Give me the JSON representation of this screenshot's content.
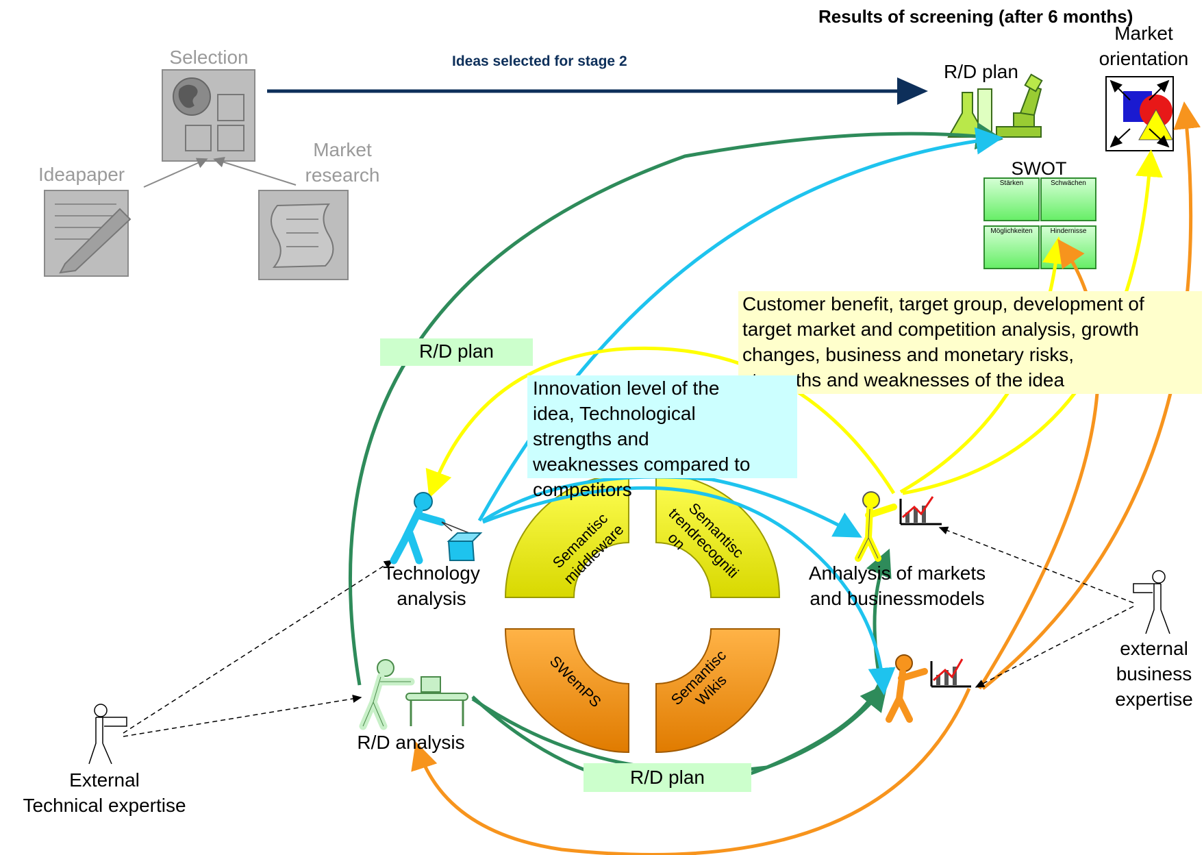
{
  "header": {
    "title": "Results of screening (after 6 months)",
    "arrow_label": "Ideas selected for stage 2"
  },
  "top_left": {
    "selection": "Selection",
    "ideapaper": "Ideapaper",
    "market_research_1": "Market",
    "market_research_2": "research"
  },
  "results": {
    "rd_plan": "R/D plan",
    "market_orientation_1": "Market",
    "market_orientation_2": "orientation",
    "swot": "SWOT",
    "swot_cells": [
      "Stärken",
      "Schwächen",
      "Möglichkeiten",
      "Hindernisse"
    ]
  },
  "boxes": {
    "market_box": [
      "Customer benefit, target group, development of",
      "target market and competition analysis, growth",
      "changes, business and monetary risks,",
      "strengths and weaknesses of the idea"
    ],
    "tech_box": [
      "Innovation level of the",
      "idea, Technological",
      "strengths and",
      "weaknesses compared to",
      "competitors"
    ],
    "rd_plan_upper": "R/D plan",
    "rd_plan_lower": "R/D plan"
  },
  "center": {
    "q1": [
      "Semantisc",
      "middleware"
    ],
    "q2": [
      "Semantisc",
      "trendrecogniti",
      "on"
    ],
    "q3": [
      "SWemPS"
    ],
    "q4": [
      "Semantisc",
      "Wikis"
    ]
  },
  "actors": {
    "technology_1": "Technology",
    "technology_2": "analysis",
    "markets_1": "Anhalysis of markets",
    "markets_2": "and businessmodels",
    "rd_analysis": "R/D analysis",
    "ext_tech_1": "External",
    "ext_tech_2": "Technical expertise",
    "ext_bus_1": "external",
    "ext_bus_2": "business",
    "ext_bus_3": "expertise"
  },
  "colors": {
    "navy": "#0d2f5a",
    "green": "#2e8b5a",
    "cyan": "#1ec3ee",
    "yellow": "#ffff00",
    "orange": "#f7941d",
    "grey": "#a6a6a6"
  }
}
